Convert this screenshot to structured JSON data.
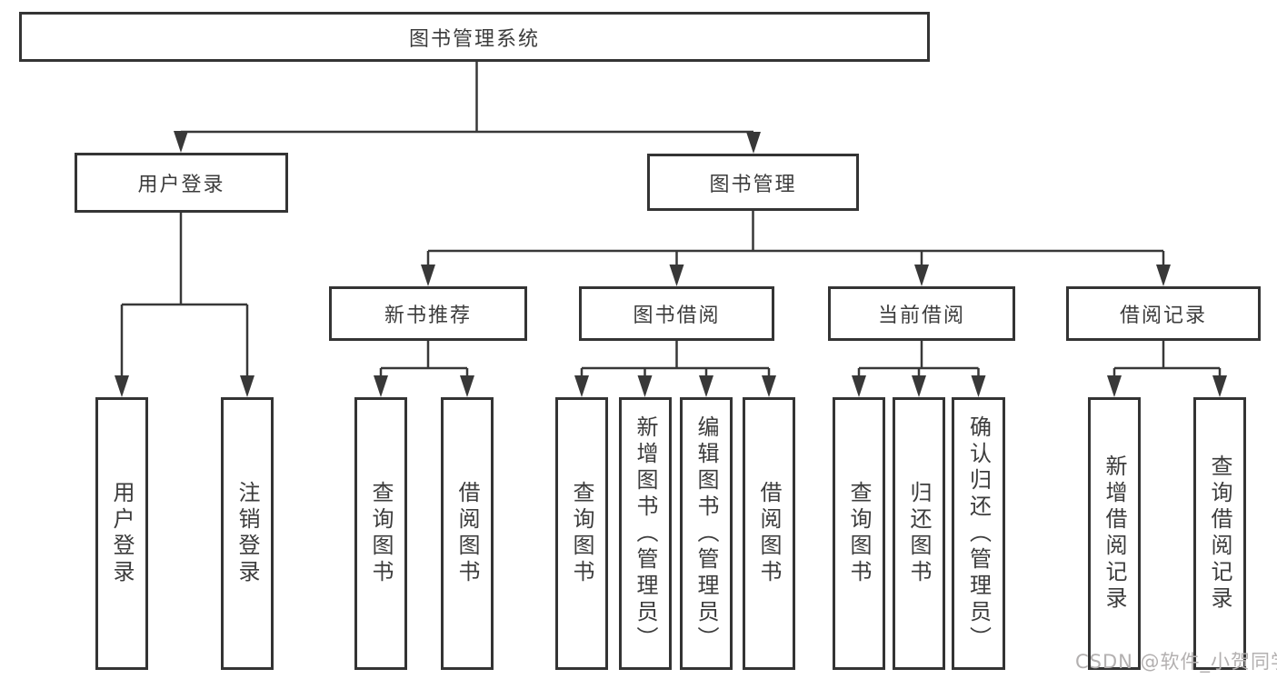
{
  "diagram": {
    "root": {
      "label": "图书管理系统"
    },
    "branches": [
      {
        "label": "用户登录",
        "children": [
          {
            "label": "用户登录"
          },
          {
            "label": "注销登录"
          }
        ]
      },
      {
        "label": "图书管理",
        "children": [
          {
            "label": "新书推荐",
            "children": [
              {
                "label": "查询图书"
              },
              {
                "label": "借阅图书"
              }
            ]
          },
          {
            "label": "图书借阅",
            "children": [
              {
                "label": "查询图书"
              },
              {
                "label": "新增图书（管理员）"
              },
              {
                "label": "编辑图书（管理员）"
              },
              {
                "label": "借阅图书"
              }
            ]
          },
          {
            "label": "当前借阅",
            "children": [
              {
                "label": "查询图书"
              },
              {
                "label": "归还图书"
              },
              {
                "label": "确认归还（管理员）"
              }
            ]
          },
          {
            "label": "借阅记录",
            "children": [
              {
                "label": "新增借阅记录"
              },
              {
                "label": "查询借阅记录"
              }
            ]
          }
        ]
      }
    ],
    "watermark": "CSDN @软件_小贺同学",
    "colors": {
      "line": "#383838",
      "border": "#343434",
      "text": "#3c3c3c",
      "watermark": "#b3b0b0",
      "background": "#ffffff"
    }
  }
}
